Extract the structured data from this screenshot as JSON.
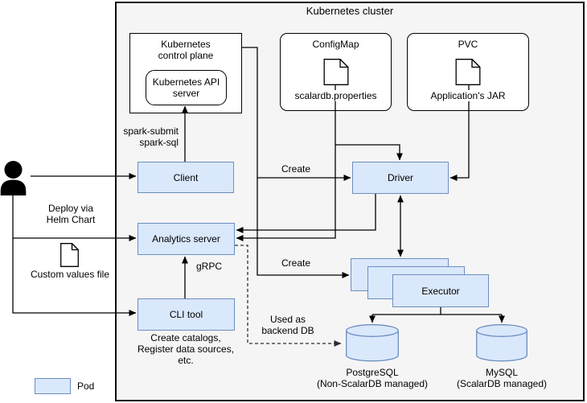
{
  "title": "Kubernetes cluster",
  "legend": {
    "pod_label": "Pod"
  },
  "colors": {
    "pod_fill": "#dae8fc",
    "pod_stroke": "#6c8ebf",
    "cluster_bg": "#f5f5f5",
    "line": "#000000"
  },
  "nodes": {
    "control_plane": "Kubernetes\ncontrol plane",
    "api_server": "Kubernetes API\nserver",
    "configmap_title": "ConfigMap",
    "configmap_file": "scalardb.properties",
    "pvc_title": "PVC",
    "pvc_file": "Application's JAR",
    "client": "Client",
    "analytics_server": "Analytics server",
    "cli_tool": "CLI tool",
    "driver": "Driver",
    "executor": "Executor",
    "postgresql": "PostgreSQL\n(Non-ScalarDB managed)",
    "mysql": "MySQL\n(ScalarDB managed)"
  },
  "edge_labels": {
    "spark_submit": "spark-submit\nspark-sql",
    "deploy_helm": "Deploy via\nHelm Chart",
    "custom_values_file": "Custom values file",
    "create_driver": "Create",
    "create_executor": "Create",
    "grpc": "gRPC",
    "used_as_backend_db": "Used as\nbackend DB",
    "cli_description": "Create catalogs,\nRegister data sources,\netc."
  }
}
